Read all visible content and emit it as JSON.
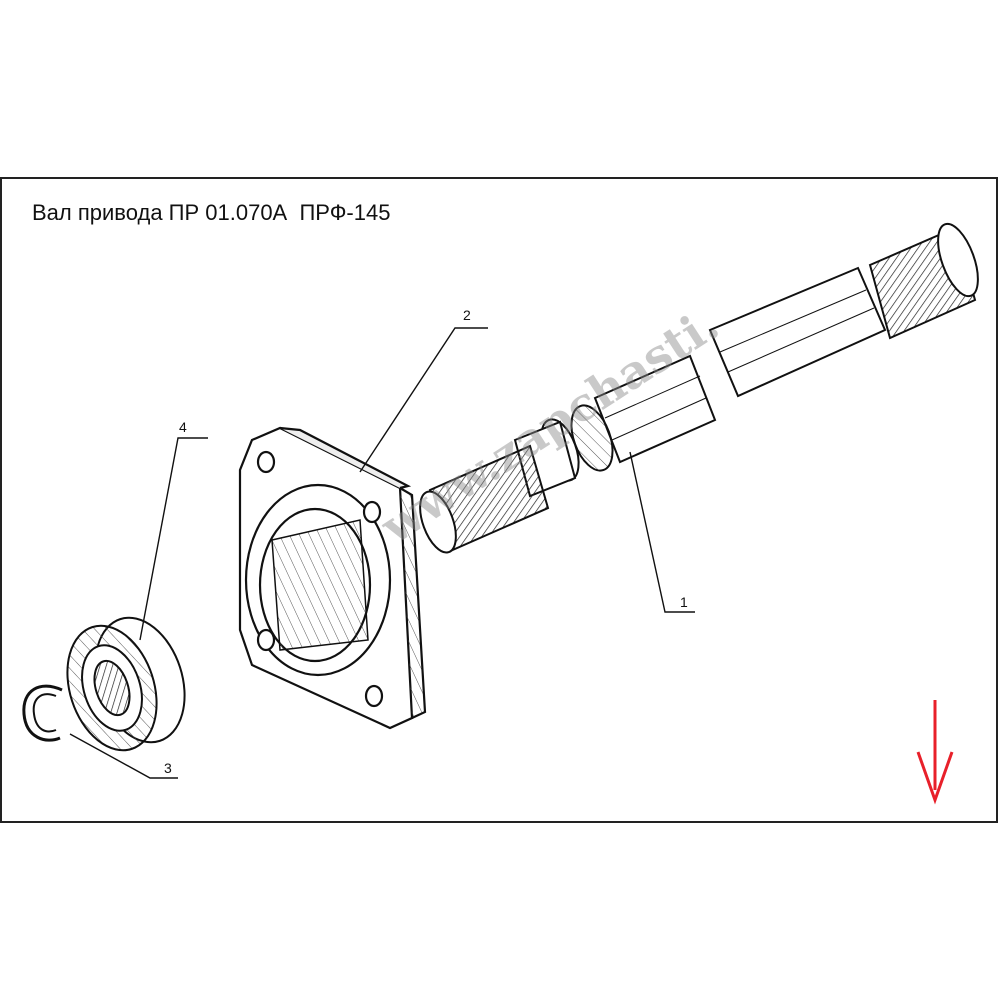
{
  "title": "Вал привода ПР 01.070А  ПРФ-145",
  "callouts": {
    "part1": "1",
    "part2": "2",
    "part3": "3",
    "part4": "4"
  },
  "watermark": "www.zapchasti.",
  "colors": {
    "arrow": "#e8202a",
    "ink": "#111111",
    "frame": "#222222"
  },
  "icons": {
    "scroll_indicator": "arrow-down-icon"
  }
}
